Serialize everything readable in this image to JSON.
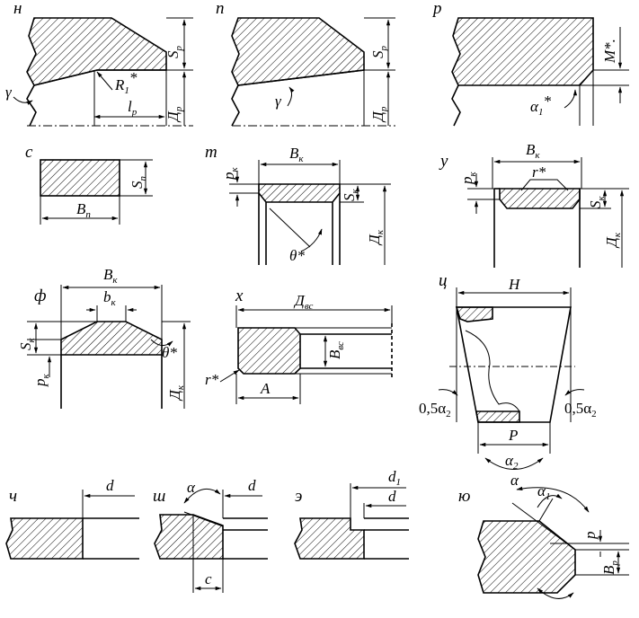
{
  "panels": {
    "n1": {
      "letter": "н",
      "gamma": "γ",
      "R": "R",
      "R_sub": "1",
      "R_star": "*",
      "l": "l",
      "l_sub": "р",
      "S": "S",
      "S_sub": "р",
      "D": "Д",
      "D_sub": "р"
    },
    "n2": {
      "letter": "п",
      "gamma": "γ",
      "S": "S",
      "S_sub": "р",
      "D": "Д",
      "D_sub": "р"
    },
    "p": {
      "letter": "р",
      "M": "M*.",
      "alpha": "α",
      "alpha_sub": "1",
      "alpha_star": "*"
    },
    "s": {
      "letter": "с",
      "S": "S",
      "S_sub": "п",
      "B": "B",
      "B_sub": "п"
    },
    "t": {
      "letter": "т",
      "p": "p",
      "p_sub": "к",
      "B": "B",
      "B_sub": "к",
      "S": "S",
      "S_sub": "к",
      "D": "Д",
      "D_sub": "к",
      "theta": "θ*"
    },
    "u": {
      "letter": "у",
      "p": "p",
      "p_sub": "к",
      "B": "B",
      "B_sub": "к",
      "r": "r*",
      "S": "S",
      "S_sub": "к",
      "D": "Д",
      "D_sub": "к"
    },
    "f": {
      "letter": "ф",
      "B": "B",
      "B_sub": "к",
      "b": "b",
      "b_sub": "к",
      "S": "S",
      "S_sub": "к",
      "p": "p",
      "p_sub": "к",
      "theta": "θ*",
      "D": "Д",
      "D_sub": "к"
    },
    "x": {
      "letter": "х",
      "D": "Д",
      "D_sub": "вс",
      "B": "B",
      "B_sub": "вс",
      "r": "r*",
      "A": "A"
    },
    "c": {
      "letter": "ц",
      "H": "H",
      "half_l": "0,5α",
      "half_l_sub": "2",
      "half_r": "0,5α",
      "half_r_sub": "2",
      "P": "P",
      "alpha": "α",
      "alpha_sub": "2"
    },
    "ch": {
      "letter": "ч",
      "d": "d"
    },
    "sh": {
      "letter": "ш",
      "alpha": "α",
      "d": "d",
      "c": "c"
    },
    "e": {
      "letter": "э",
      "d1": "d",
      "d1_sub": "1",
      "d": "d"
    },
    "yu": {
      "letter": "ю",
      "alpha": "α",
      "alpha1": "α",
      "alpha1_sub": "1",
      "p": "p",
      "B": "B",
      "B_sub": "р"
    }
  },
  "colors": {
    "ink": "#000000",
    "background": "#ffffff"
  }
}
